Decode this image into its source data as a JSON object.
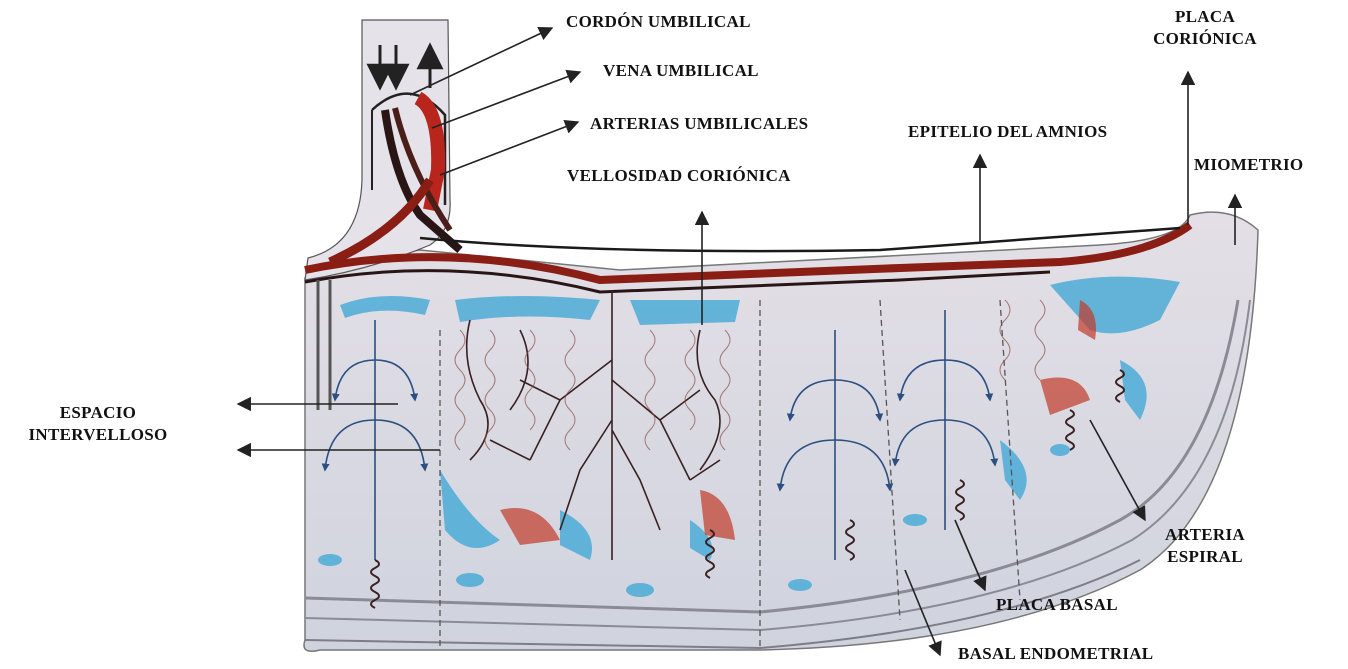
{
  "labels": {
    "cordon_umbilical": "CORDÓN UMBILICAL",
    "vena_umbilical": "VENA UMBILICAL",
    "arterias_umbilicales": "ARTERIAS UMBILICALES",
    "vellosidad_corionica": "VELLOSIDAD CORIÓNICA",
    "placa_corionica_1": "PLACA",
    "placa_corionica_2": "CORIÓNICA",
    "epitelio_amnios": "EPITELIO DEL AMNIOS",
    "miometrio": "MIOMETRIO",
    "espacio_1": "ESPACIO",
    "espacio_2": "INTERVELLOSO",
    "arteria_espiral_1": "ARTERIA",
    "arteria_espiral_2": "ESPIRAL",
    "placa_basal": "PLACA BASAL",
    "basal_endometrial": "BASAL ENDOMETRIAL"
  },
  "colors": {
    "maternal_blood": "#3aa6d6",
    "fetal_artery": "#8a1d14",
    "fetal_vein": "#c23a2a",
    "tissue": "#d8d2dc",
    "decidua": "#c9c9d2",
    "outline": "#1a1a1a"
  }
}
